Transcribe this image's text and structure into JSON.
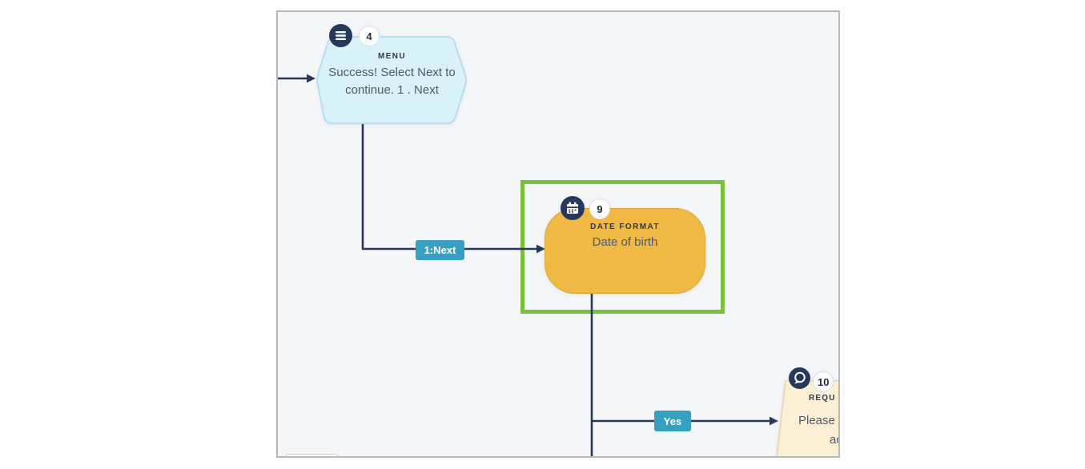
{
  "app": {
    "name": "chatbot-flow-builder-canvas"
  },
  "colors": {
    "canvas_bg": "#f4f6f8",
    "canvas_border": "#b5b8bd",
    "edge_line": "#26395c",
    "node_icon_bg": "#26395c",
    "menu_node_fill": "#d9f1f9",
    "menu_node_border": "#aedbeb",
    "date_node_fill": "#f0b943",
    "date_node_border": "#dca637",
    "request_node_fill": "#fbf0d4",
    "request_node_border": "#e8d7ac",
    "edge_label_bg": "#36a0c1",
    "edge_label_text": "#ffffff",
    "selection_border": "#7abf3e",
    "type_label_text": "#2b3a55",
    "body_text": "#4e5a6e"
  },
  "nodes": {
    "menu": {
      "number": "4",
      "type_label": "MENU",
      "text": "Success! Select Next to continue. 1 . Next",
      "icon": "hamburger-menu-icon"
    },
    "date_format": {
      "number": "9",
      "type_label": "DATE FORMAT",
      "text": "Date of birth",
      "icon": "calendar-icon",
      "selected": true
    },
    "request": {
      "number": "10",
      "type_label": "REQU",
      "text_lines": [
        "Please",
        "ac"
      ],
      "icon": "chat-bubble-icon"
    }
  },
  "edges": [
    {
      "from": "offscreen-left",
      "to": "menu",
      "label": ""
    },
    {
      "from": "menu",
      "to": "date_format",
      "label": "1:Next"
    },
    {
      "from": "date_format",
      "to": "request",
      "label": "Yes"
    },
    {
      "from": "date_format",
      "to": "offscreen-bottom",
      "label": ""
    }
  ]
}
